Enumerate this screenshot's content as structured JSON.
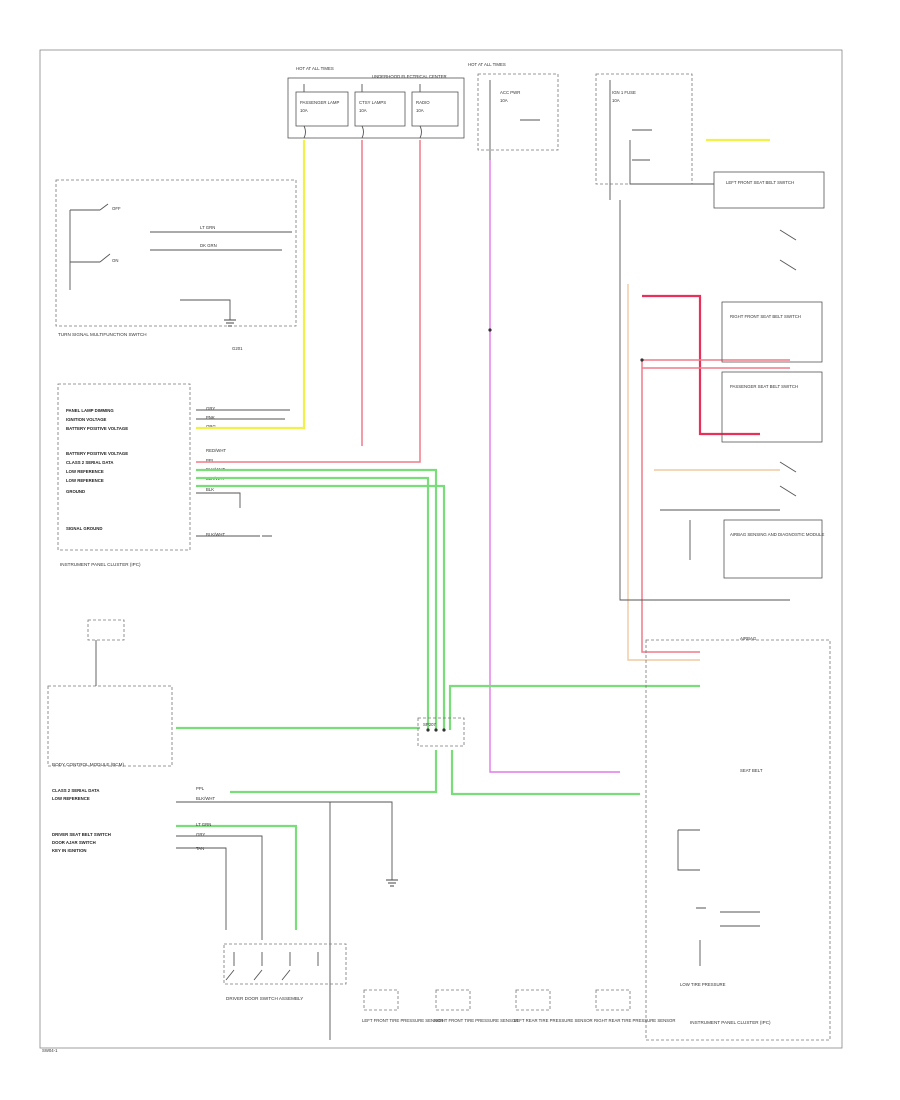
{
  "diagram": {
    "footer_code": "SW04-1",
    "fuse_block_1": {
      "title": "HOT AT ALL TIMES",
      "name": "UNDERHOOD ELECTRICAL CENTER",
      "fuses": [
        {
          "label": "PASSENGER LAMP",
          "amps": "10A"
        },
        {
          "label": "CTSY LAMPS",
          "amps": "10A"
        },
        {
          "label": "RADIO",
          "amps": "10A"
        }
      ]
    },
    "fuse_block_2": {
      "title": "HOT AT ALL TIMES",
      "fuses": [
        {
          "label": "ACC PWR",
          "amps": "10A"
        },
        {
          "label": "IGN 1 FUSE",
          "amps": "10A"
        }
      ]
    },
    "wiper_switch": {
      "name": "TURN SIGNAL MULTIFUNCTION SWITCH",
      "positions": [
        "OFF",
        "ON"
      ],
      "wires": [
        "LT GRN",
        "DK GRN"
      ]
    },
    "ground_1": "G201",
    "ipc_connector": {
      "name": "INSTRUMENT PANEL CLUSTER (IPC)",
      "pins": [
        {
          "label": "PANEL LAMP DIMMING",
          "color": "GRY"
        },
        {
          "label": "IGNITION VOLTAGE",
          "color": "PNK"
        },
        {
          "label": "BATTERY POSITIVE VOLTAGE",
          "color": "ORG"
        },
        {
          "label": "BATTERY POSITIVE VOLTAGE",
          "color": "RED/WHT"
        },
        {
          "label": "CLASS 2 SERIAL DATA",
          "color": "PPL"
        },
        {
          "label": "LOW REFERENCE",
          "color": "BLK/WHT"
        },
        {
          "label": "LOW REFERENCE",
          "color": "BLK/WHT"
        },
        {
          "label": "GROUND",
          "color": "BLK"
        },
        {
          "label": "SIGNAL GROUND",
          "color": "BLK/WHT"
        }
      ]
    },
    "center_splice": "SP207",
    "body_module": {
      "name": "BODY CONTROL MODULE (BCM)",
      "pins": [
        {
          "label": "CLASS 2 SERIAL DATA",
          "color": "PPL"
        },
        {
          "label": "LOW REFERENCE",
          "color": "BLK/WHT"
        },
        {
          "label": "DRIVER SEAT BELT SWITCH",
          "color": "LT GRN"
        },
        {
          "label": "DOOR AJAR SWITCH",
          "color": "GRY"
        },
        {
          "label": "KEY IN IGNITION",
          "color": "TAN"
        }
      ]
    },
    "seat_belt_section": {
      "labels": [
        "LEFT FRONT SEAT BELT SWITCH",
        "RIGHT FRONT SEAT BELT SWITCH",
        "PASSENGER SEAT BELT SWITCH",
        "AIRBAG SENSING AND DIAGNOSTIC MODULE"
      ]
    },
    "tire_sensors": [
      {
        "label": "LEFT FRONT TIRE PRESSURE SENSOR"
      },
      {
        "label": "RIGHT FRONT TIRE PRESSURE SENSOR"
      },
      {
        "label": "LEFT REAR TIRE PRESSURE SENSOR"
      },
      {
        "label": "RIGHT REAR TIRE PRESSURE SENSOR"
      }
    ],
    "ipc_right": {
      "name": "INSTRUMENT PANEL CLUSTER (IPC)",
      "labels": [
        "LOW TIRE PRESSURE",
        "SEAT BELT",
        "AIRBAG"
      ]
    },
    "driver_door_module": {
      "name": "DRIVER DOOR SWITCH ASSEMBLY"
    }
  }
}
